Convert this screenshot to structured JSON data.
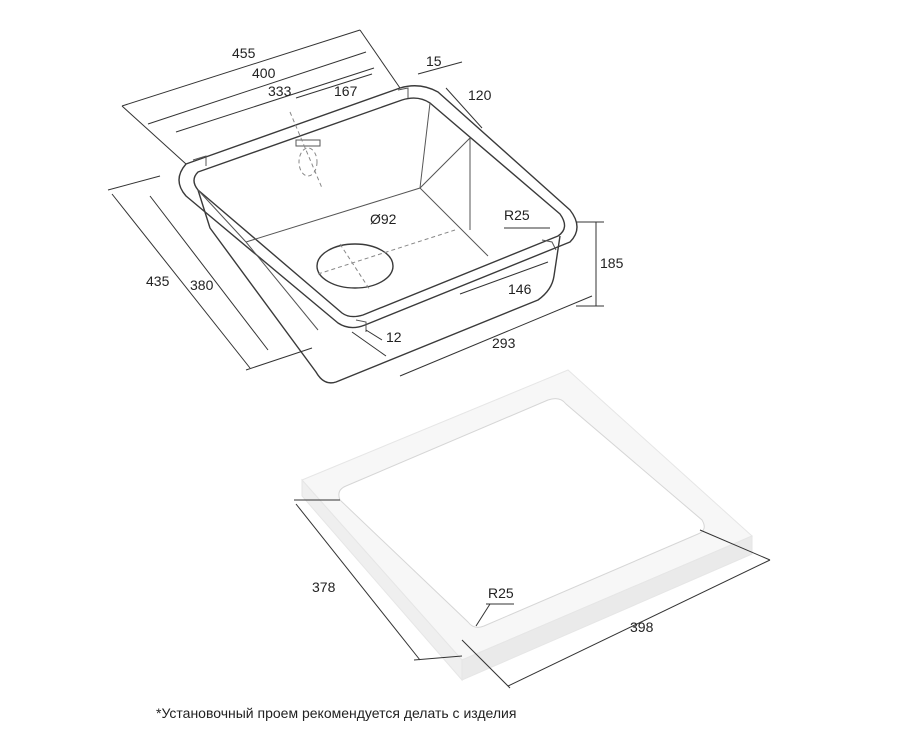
{
  "dimensions": {
    "sink_width_overall": "455",
    "sink_width_inner": "400",
    "sink_width_bowl": "333",
    "drain_offset_x": "167",
    "rim_width": "15",
    "rim_offset": "120",
    "sink_depth_overall": "435",
    "sink_depth_inner": "380",
    "drain_diameter": "Ø92",
    "corner_radius": "R25",
    "bowl_height": "185",
    "drain_offset_y": "146",
    "notch_width": "12",
    "bowl_length": "293",
    "cutout_depth": "378",
    "cutout_width": "398",
    "cutout_radius": "R25"
  },
  "footnote": "*Установочный проем рекомендуется делать с изделия"
}
